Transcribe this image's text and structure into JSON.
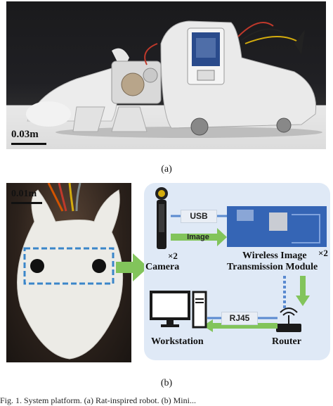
{
  "panel_a": {
    "scale": "0.03m",
    "caption": "(a)"
  },
  "panel_b": {
    "scale": "0.01m",
    "caption": "(b)"
  },
  "diagram": {
    "camera_label": "Camera",
    "camera_count": "×2",
    "usb_label": "USB",
    "image_label": "Image",
    "module_label_1": "Wireless Image",
    "module_label_2": "Transmission Module",
    "module_count": "×2",
    "rj45_label": "RJ45",
    "workstation_label": "Workstation",
    "router_label": "Router"
  },
  "figure_caption": "Fig. 1.     System platform. (a) Rat-inspired robot. (b) Mini..."
}
